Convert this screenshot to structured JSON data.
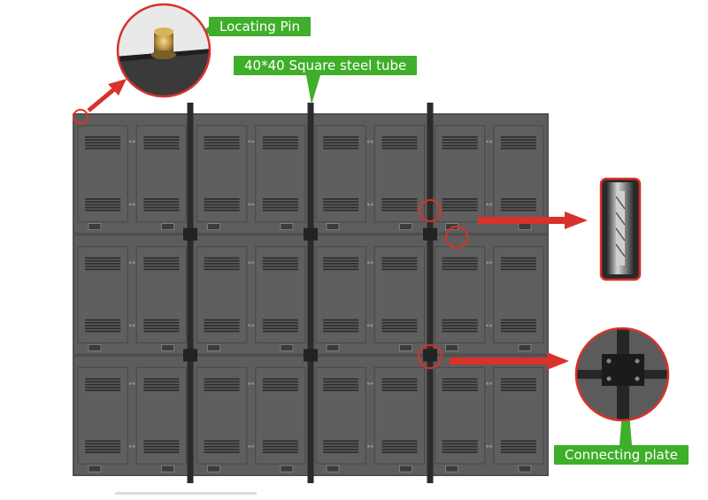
{
  "labels": {
    "locating_pin": "Locating Pin",
    "steel_tube": "40*40 Square steel tube",
    "connecting_plate": "Connecting plate"
  },
  "wall": {
    "rows": 3,
    "columns": 4
  },
  "colors": {
    "cabinet": "#5d5d5d",
    "cabinet_dark": "#4a4a4a",
    "tube": "#2b2b2b",
    "label_green": "#3fae2a",
    "arrow_red": "#d8322a",
    "callout_ring": "#d8322a"
  }
}
